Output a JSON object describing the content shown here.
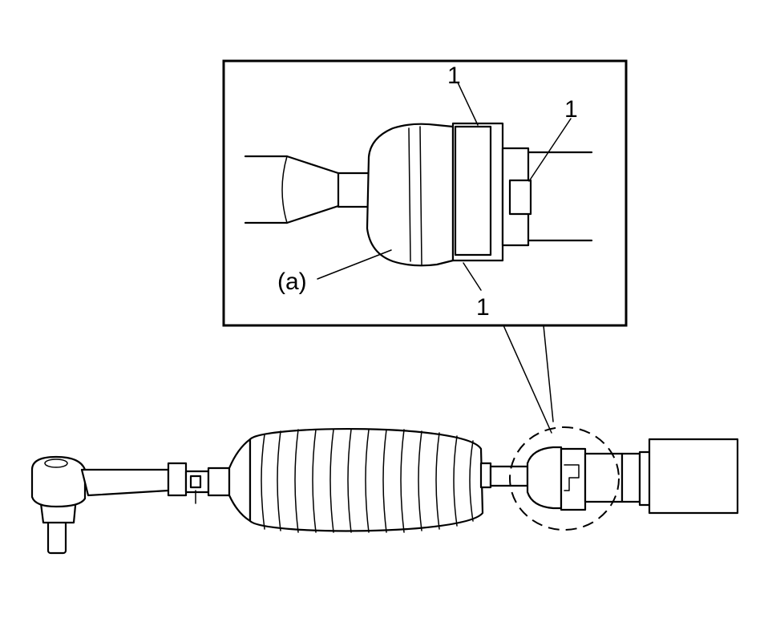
{
  "callouts": {
    "part_1_a": "1",
    "part_1_b": "1",
    "part_1_c": "1",
    "boot_label": "(a)"
  }
}
